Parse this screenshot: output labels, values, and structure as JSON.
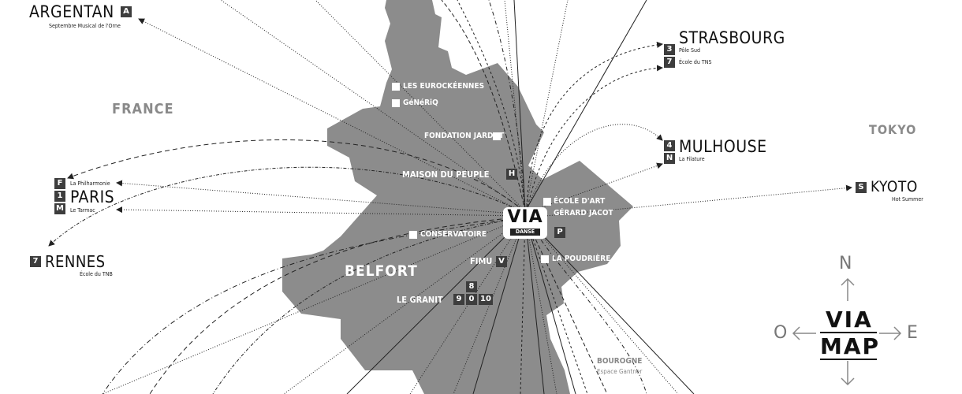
{
  "regions": {
    "france": "FRANCE",
    "tokyo": "TOKYO"
  },
  "city_center": {
    "name": "BELFORT"
  },
  "destinations": {
    "argentan": {
      "city": "ARGENTAN",
      "badge": "A",
      "venue": "Septembre Musical de l'Orne"
    },
    "strasbourg": {
      "city": "STRASBOURG",
      "badge1": "3",
      "venue1": "Pôle Sud",
      "badge2": "7",
      "venue2": "École du TNS"
    },
    "mulhouse": {
      "city": "MULHOUSE",
      "badge1": "4",
      "badge2": "N",
      "venue": "La Filature"
    },
    "kyoto": {
      "city": "KYOTO",
      "badge": "S",
      "venue": "Hot Summer"
    },
    "paris": {
      "city": "PARIS",
      "badge1": "F",
      "venue1": "La Philharmonie",
      "badge2": "1",
      "badge3": "M",
      "venue2": "Le Tarmac"
    },
    "rennes": {
      "city": "RENNES",
      "badge": "7",
      "venue": "École du TNB"
    }
  },
  "venues": {
    "eurockeennes": "LES EUROCKÉENNES",
    "generiq": "GéNéRiQ",
    "fondation_jardot": "FONDATION JARDOT",
    "maison_du_peuple": {
      "label": "MAISON DU PEUPLE",
      "badge": "H"
    },
    "ecole_art_line1": "ÉCOLE D'ART",
    "ecole_art_line2": "GÉRARD JACOT",
    "via_badge": "P",
    "conservatoire": "CONSERVATOIRE",
    "fimu": {
      "label": "FIMU",
      "badge": "V"
    },
    "la_poudriere": "LA POUDRIÈRE",
    "le_granit": {
      "label": "LE GRANIT",
      "badge_top": "8",
      "badge_a": "9",
      "badge_b": "0",
      "badge_c": "10"
    },
    "bourogne": {
      "title": "BOUROGNE",
      "sub": "Espace Gantner"
    }
  },
  "logo": {
    "main": "VIA",
    "sub": "DANSE"
  },
  "compass": {
    "n": "N",
    "o": "O",
    "e": "E",
    "title_line1": "VIA",
    "title_line2": "MAP"
  },
  "colors": {
    "land": "#8c8c8c",
    "badge": "#3d3d3d",
    "lines": "#222222",
    "region_text": "#8a8a8a"
  }
}
